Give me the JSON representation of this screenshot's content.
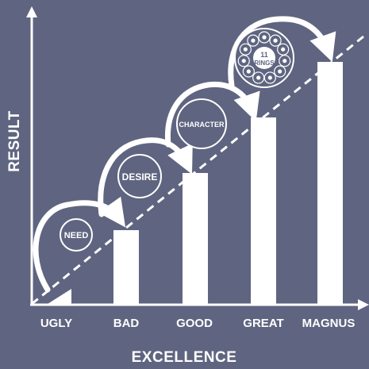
{
  "diagram": {
    "y_axis_label": "RESULT",
    "x_axis_label": "EXCELLENCE",
    "categories": [
      "UGLY",
      "BAD",
      "GOOD",
      "GREAT",
      "MAGNUS"
    ],
    "levels": [
      {
        "label": "NEED"
      },
      {
        "label": "DESIRE"
      },
      {
        "label": "CHARACTER"
      },
      {
        "label_line1": "11",
        "label_line2": "RINGS"
      }
    ],
    "ring_icons": [
      "trophy-icon",
      "heart-icon",
      "people-icon",
      "book-icon",
      "gear-icon",
      "chart-icon",
      "handshake-icon",
      "dumbbell-icon",
      "globe-icon",
      "lightbulb-icon",
      "star-icon"
    ],
    "colors": {
      "background": "#5f6580",
      "foreground": "#ffffff"
    }
  }
}
